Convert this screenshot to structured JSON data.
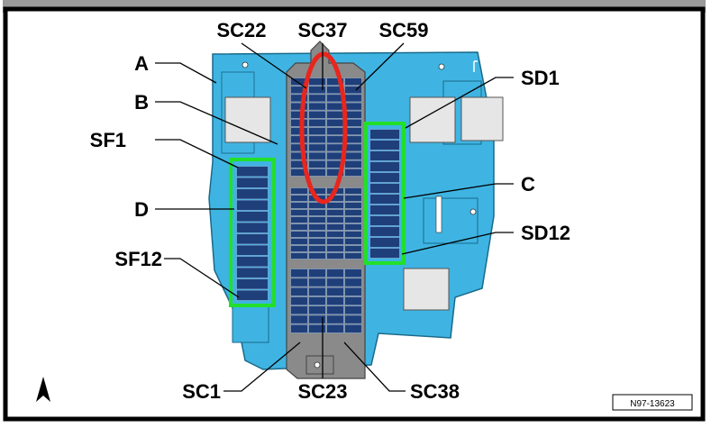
{
  "diagram": {
    "labels": {
      "sc22": "SC22",
      "sc37": "SC37",
      "sc59": "SC59",
      "a": "A",
      "b": "B",
      "sf1": "SF1",
      "d": "D",
      "sf12": "SF12",
      "sd1": "SD1",
      "c": "C",
      "sd12": "SD12",
      "sc1": "SC1",
      "sc23": "SC23",
      "sc38": "SC38"
    },
    "figure_ref": "N97-13623",
    "colors": {
      "housing": "#3fb4e2",
      "center_rail": "#8a8a8a",
      "fuse": "#1f3f7a",
      "highlight_green": "#22e02a",
      "highlight_red": "#e8261e",
      "relay": "#e6e6e6"
    },
    "icons": {
      "north": "north-arrow-icon"
    }
  }
}
